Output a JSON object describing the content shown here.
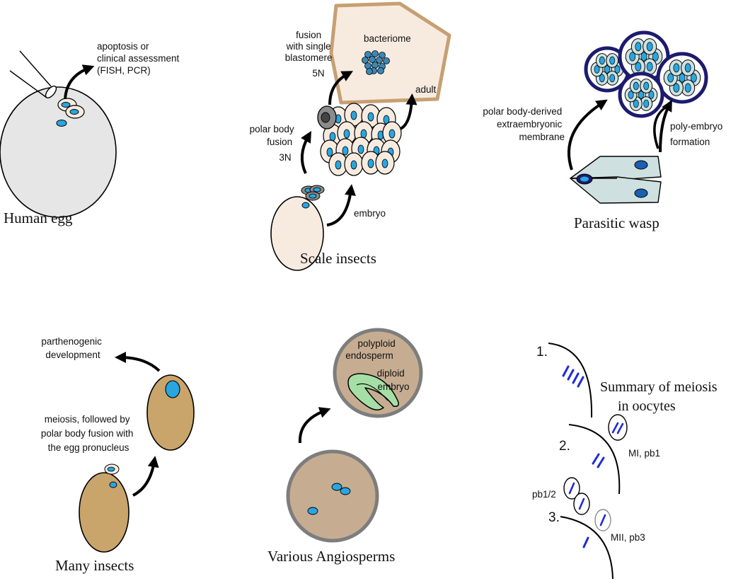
{
  "colors": {
    "nucleus": "#29a6df",
    "egg_human": "#e6e6e6",
    "egg_scale": "#f7ebe0",
    "bacteriome_border": "#c79f72",
    "wasp_body": "#cfe0e0",
    "wasp_membrane": "#1c1b6e",
    "insect_brown": "#c9a46b",
    "seed_brown": "#c6ad92",
    "embryo_green": "#a6dfa6",
    "chromosome": "#1f2bd6",
    "gray_pb": "#8b8b8b"
  },
  "panels": {
    "human": {
      "caption": "Human egg",
      "note": [
        "apoptosis or",
        "clinical assessment",
        "(FISH, PCR)"
      ]
    },
    "scale": {
      "caption": "Scale insects",
      "bacteriome": "bacteriome",
      "fusion_single": [
        "fusion",
        "with single",
        "blastomere",
        "5N"
      ],
      "polar_fusion": [
        "polar body",
        "fusion",
        "3N"
      ],
      "adult": "adult",
      "embryo": "embryo"
    },
    "wasp": {
      "caption": "Parasitic wasp",
      "membrane": [
        "polar body-derived",
        "extraembryonic",
        "membrane"
      ],
      "poly": [
        "poly-embryo",
        "formation"
      ]
    },
    "insects": {
      "caption": "Many insects",
      "parth": [
        "parthenogenic",
        "development"
      ],
      "meiosis": [
        "meiosis, followed by",
        "polar body fusion with",
        "the egg pronucleus"
      ]
    },
    "angio": {
      "caption": "Various Angiosperms",
      "endosperm": [
        "polyploid",
        "endosperm"
      ],
      "embryo": [
        "diploid",
        "embryo"
      ]
    },
    "meiosis": {
      "title": [
        "Summary of meiosis",
        "in oocytes"
      ],
      "steps": [
        "1.",
        "2.",
        "3."
      ],
      "mi": "MI, pb1",
      "mii": "MII, pb3",
      "pb12": "pb1/2"
    }
  }
}
